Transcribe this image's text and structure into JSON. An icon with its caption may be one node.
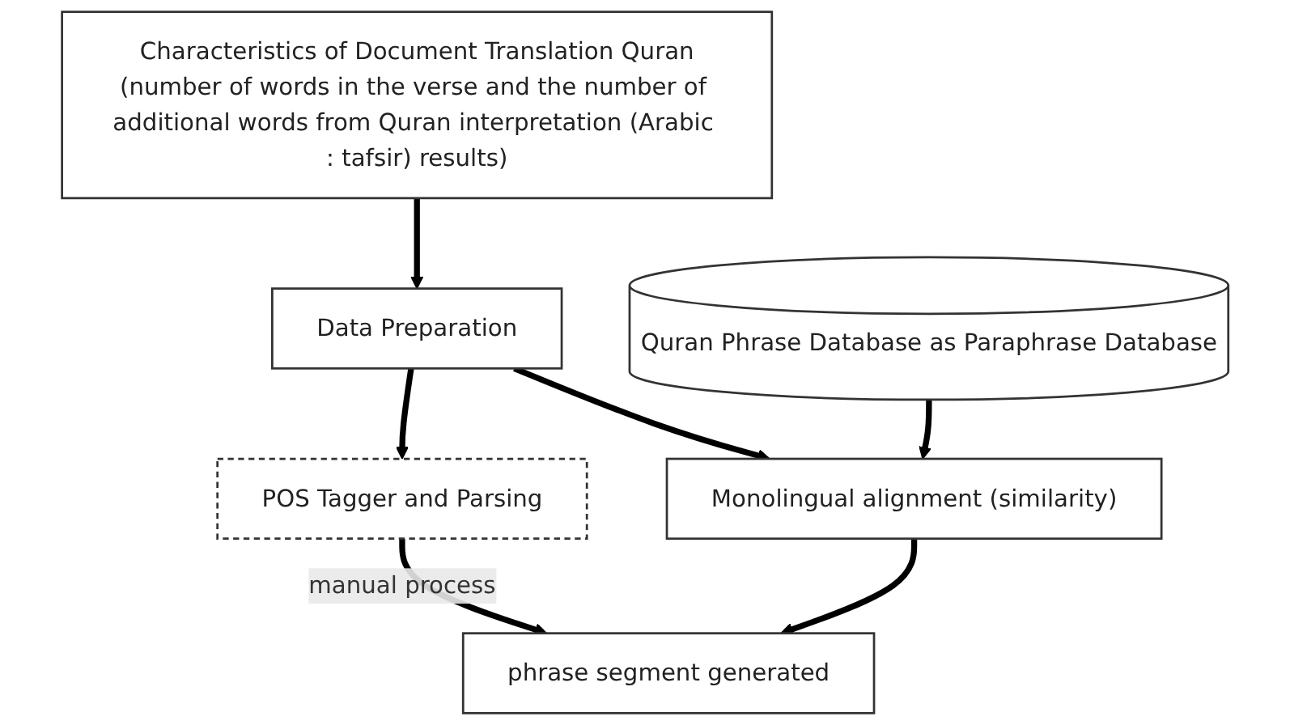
{
  "diagram": {
    "nodes": [
      {
        "text": [
          "Characteristics of Document Translation Quran",
          "(number of words in the verse and the number of additional words from Quran interpretation (Arabic : tafsir) results)"
        ]
      },
      {
        "text": [
          "Data Preparation"
        ]
      },
      {
        "text": [
          "Quran Phrase Database as Paraphrase Database"
        ]
      },
      {
        "text": [
          "Monolingual alignment (similarity)"
        ]
      },
      {
        "text": [
          "POS Tagger and Parsing"
        ]
      },
      {
        "text": [
          "phrase segment generated"
        ]
      }
    ],
    "edges": [
      {
        "from": 0,
        "to": 1,
        "arrow": "to"
      },
      {
        "from": 1,
        "to": 3,
        "arrow": "to"
      },
      {
        "from": 1,
        "to": 4,
        "arrow": "to"
      },
      {
        "from": 2,
        "to": 3,
        "arrow": "to"
      },
      {
        "from": 3,
        "to": 5,
        "arrow": "to"
      },
      {
        "from": 4,
        "to": 5,
        "arrow": "to",
        "label": "manual process"
      }
    ]
  }
}
